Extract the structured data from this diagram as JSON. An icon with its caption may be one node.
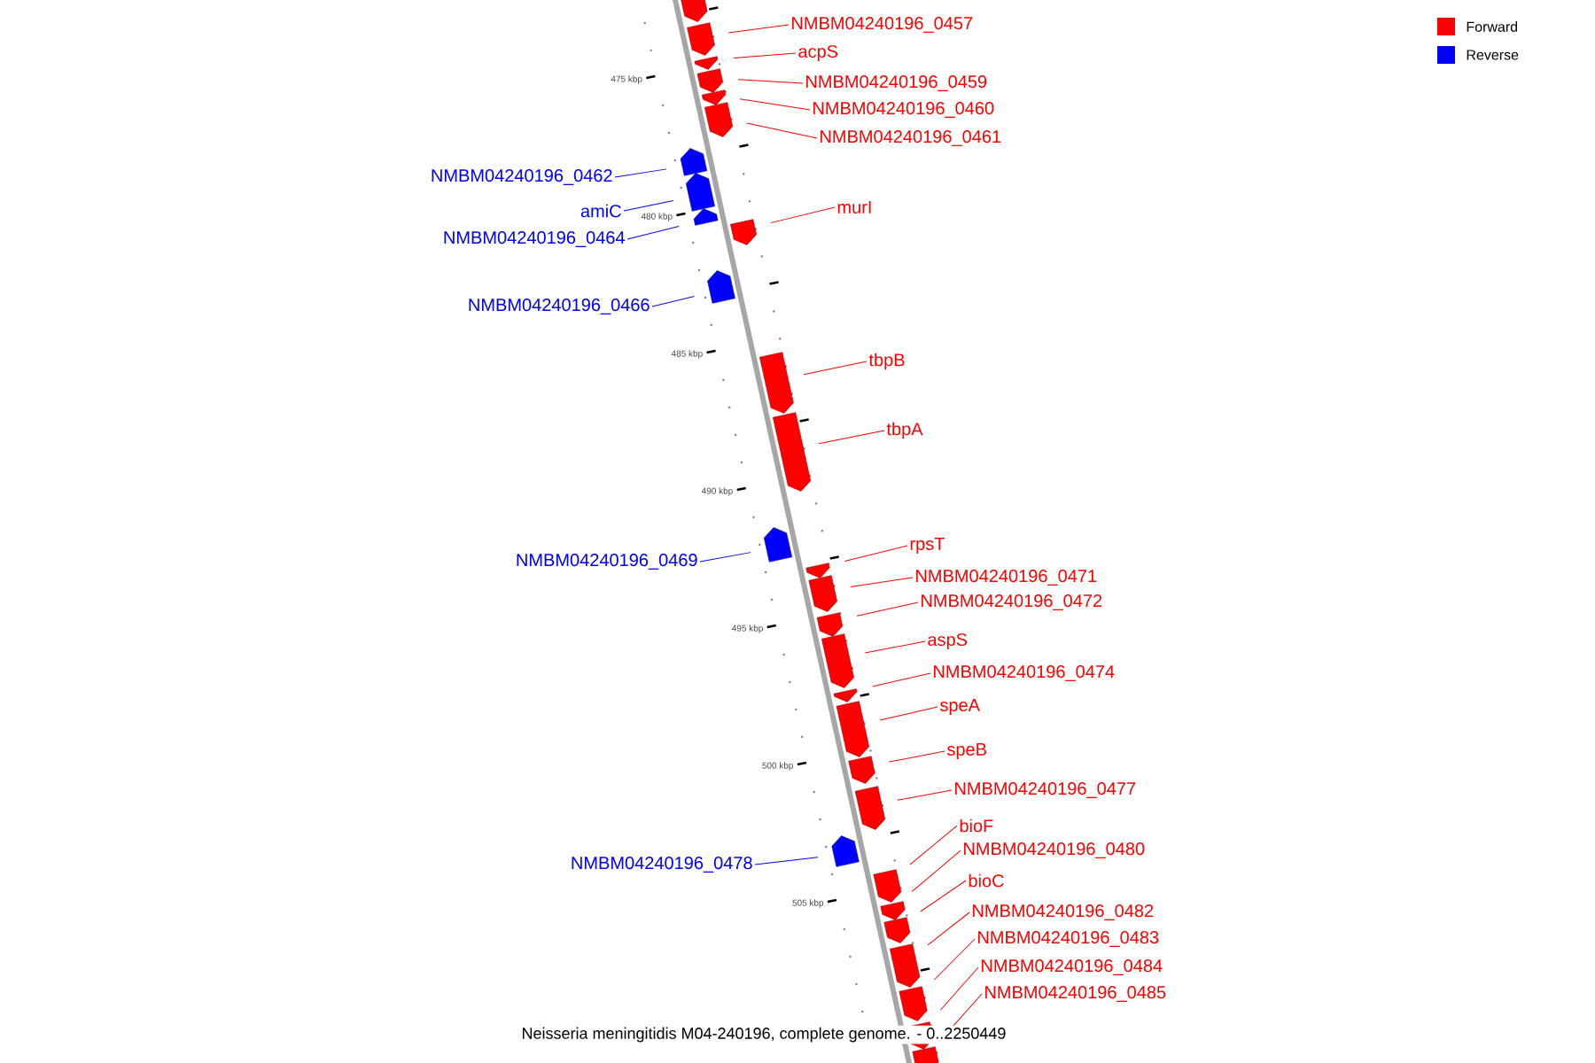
{
  "diagram": {
    "caption": "Neisseria meningitidis M04-240196, complete genome. - 0..2250449",
    "nodes": [
      {
        "text": [],
        "shape": "arrow"
      },
      {
        "text": [
          "NMBM04240196_0457"
        ]
      },
      {
        "text": [],
        "shape": "arrow"
      },
      {
        "text": [
          "acpS"
        ]
      },
      {
        "text": [],
        "shape": "arrow"
      },
      {
        "text": [
          "NMBM04240196_0459"
        ]
      },
      {
        "text": [],
        "shape": "arrow"
      },
      {
        "text": [
          "NMBM04240196_0460"
        ]
      },
      {
        "text": [],
        "shape": "arrow"
      },
      {
        "text": [
          "NMBM04240196_0461"
        ]
      },
      {
        "text": [],
        "shape": "arrow"
      },
      {
        "text": [
          "NMBM04240196_0462"
        ]
      },
      {
        "text": [],
        "shape": "arrow"
      },
      {
        "text": [
          "amiC"
        ]
      },
      {
        "text": [],
        "shape": "arrow"
      },
      {
        "text": [
          "NMBM04240196_0464"
        ]
      },
      {
        "text": [],
        "shape": "arrow"
      },
      {
        "text": [
          "murI"
        ]
      },
      {
        "text": [],
        "shape": "arrow"
      },
      {
        "text": [
          "NMBM04240196_0466"
        ]
      },
      {
        "text": [],
        "shape": "arrow"
      },
      {
        "text": [
          "tbpB"
        ]
      },
      {
        "text": [],
        "shape": "arrow"
      },
      {
        "text": [
          "tbpA"
        ]
      },
      {
        "text": [],
        "shape": "arrow"
      },
      {
        "text": [
          "NMBM04240196_0469"
        ]
      },
      {
        "text": [],
        "shape": "arrow"
      },
      {
        "text": [
          "rpsT"
        ]
      },
      {
        "text": [],
        "shape": "arrow"
      },
      {
        "text": [
          "NMBM04240196_0471"
        ]
      },
      {
        "text": [],
        "shape": "arrow"
      },
      {
        "text": [
          "NMBM04240196_0472"
        ]
      },
      {
        "text": [],
        "shape": "arrow"
      },
      {
        "text": [
          "aspS"
        ]
      },
      {
        "text": [],
        "shape": "arrow"
      },
      {
        "text": [
          "NMBM04240196_0474"
        ]
      },
      {
        "text": [],
        "shape": "arrow"
      },
      {
        "text": [
          "speA"
        ]
      },
      {
        "text": [],
        "shape": "arrow"
      },
      {
        "text": [
          "speB"
        ]
      },
      {
        "text": [],
        "shape": "arrow"
      },
      {
        "text": [
          "NMBM04240196_0477"
        ]
      },
      {
        "text": [],
        "shape": "arrow"
      },
      {
        "text": [
          "NMBM04240196_0478"
        ]
      },
      {
        "text": [],
        "shape": "arrow"
      },
      {
        "text": [
          "bioF"
        ]
      },
      {
        "text": [],
        "shape": "arrow"
      },
      {
        "text": [
          "NMBM04240196_0480"
        ]
      },
      {
        "text": [],
        "shape": "arrow"
      },
      {
        "text": [
          "bioC"
        ]
      },
      {
        "text": [],
        "shape": "arrow"
      },
      {
        "text": [
          "NMBM04240196_0482"
        ]
      },
      {
        "text": [],
        "shape": "arrow"
      },
      {
        "text": [
          "NMBM04240196_0483"
        ]
      },
      {
        "text": [],
        "shape": "arrow"
      },
      {
        "text": [
          "NMBM04240196_0484"
        ]
      },
      {
        "text": [],
        "shape": "arrow"
      },
      {
        "text": [
          "NMBM04240196_0485"
        ]
      },
      {
        "text": [],
        "shape": "arrow"
      }
    ],
    "edges": [
      {
        "from": 1,
        "to": 2,
        "arrow": "none"
      },
      {
        "from": 3,
        "to": 4,
        "arrow": "none"
      },
      {
        "from": 5,
        "to": 6,
        "arrow": "none"
      },
      {
        "from": 7,
        "to": 8,
        "arrow": "none"
      },
      {
        "from": 9,
        "to": 10,
        "arrow": "none"
      },
      {
        "from": 11,
        "to": 12,
        "arrow": "none",
        "color": "#0000ff"
      },
      {
        "from": 13,
        "to": 14,
        "arrow": "none",
        "color": "#0000ff"
      },
      {
        "from": 15,
        "to": 16,
        "arrow": "none",
        "color": "#0000ff"
      },
      {
        "from": 17,
        "to": 18,
        "arrow": "none"
      },
      {
        "from": 19,
        "to": 20,
        "arrow": "none",
        "color": "#0000ff"
      },
      {
        "from": 21,
        "to": 22,
        "arrow": "none"
      },
      {
        "from": 23,
        "to": 24,
        "arrow": "none"
      },
      {
        "from": 25,
        "to": 26,
        "arrow": "none",
        "color": "#0000ff"
      },
      {
        "from": 27,
        "to": 28,
        "arrow": "none"
      },
      {
        "from": 29,
        "to": 30,
        "arrow": "none"
      },
      {
        "from": 31,
        "to": 32,
        "arrow": "none"
      },
      {
        "from": 33,
        "to": 34,
        "arrow": "none"
      },
      {
        "from": 35,
        "to": 36,
        "arrow": "none"
      },
      {
        "from": 37,
        "to": 38,
        "arrow": "none"
      },
      {
        "from": 39,
        "to": 40,
        "arrow": "none"
      },
      {
        "from": 41,
        "to": 42,
        "arrow": "none"
      },
      {
        "from": 43,
        "to": 44,
        "arrow": "none",
        "color": "#0000ff"
      },
      {
        "from": 45,
        "to": 46,
        "arrow": "none"
      },
      {
        "from": 47,
        "to": 48,
        "arrow": "none"
      },
      {
        "from": 49,
        "to": 50,
        "arrow": "none"
      },
      {
        "from": 51,
        "to": 52,
        "arrow": "none"
      },
      {
        "from": 53,
        "to": 54,
        "arrow": "none"
      },
      {
        "from": 55,
        "to": 56,
        "arrow": "none"
      },
      {
        "from": 57,
        "to": 58,
        "arrow": "none"
      }
    ],
    "labels": [
      "475 kbp",
      "480 kbp",
      "485 kbp",
      "490 kbp",
      "495 kbp",
      "500 kbp",
      "505 kbp"
    ],
    "legend": [
      {
        "text": "Forward",
        "color": "#ff0000"
      },
      {
        "text": "Reverse",
        "color": "#0000ff"
      }
    ]
  }
}
